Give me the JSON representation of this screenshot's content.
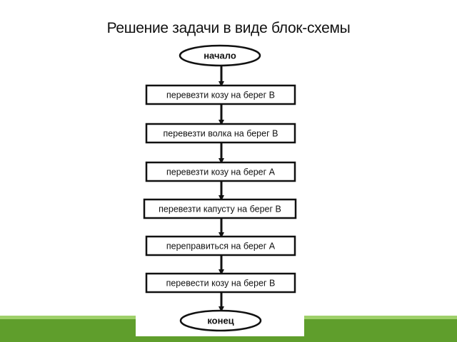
{
  "diagram": {
    "title": "Решение задачи в виде блок-схемы",
    "start_label": "начало",
    "end_label": "конец",
    "steps": [
      "перевезти козу на берег В",
      "перевезти волка на берег В",
      "перевезти козу на берег А",
      "перевезти капусту на берег В",
      "переправиться на берег А",
      "перевести козу на берег В"
    ]
  },
  "colors": {
    "band": "#5f9e2c",
    "band_highlight": "#9fd06a",
    "stroke": "#111111"
  }
}
